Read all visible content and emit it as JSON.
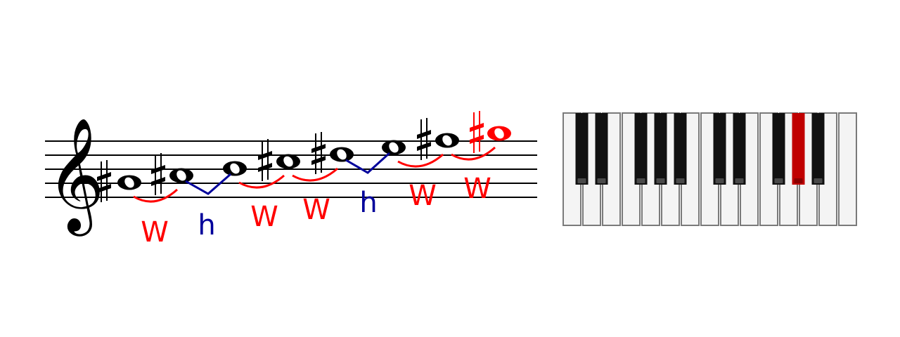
{
  "colors": {
    "staff": "#000000",
    "note": "#000000",
    "highlight": "#ff0000",
    "whole_step": "#ff0000",
    "half_step": "#00009b",
    "white_key_fill": "#f4f4f4",
    "white_key_stroke": "#7a7a7a",
    "black_key": "#111111",
    "black_key_highlight": "#c00000"
  },
  "scale": {
    "notes": [
      {
        "accidental": "sharp",
        "highlighted": false
      },
      {
        "accidental": "sharp",
        "highlighted": false
      },
      {
        "accidental": "none",
        "highlighted": false
      },
      {
        "accidental": "sharp",
        "highlighted": false
      },
      {
        "accidental": "sharp",
        "highlighted": false
      },
      {
        "accidental": "none",
        "highlighted": false
      },
      {
        "accidental": "sharp",
        "highlighted": false
      },
      {
        "accidental": "sharp",
        "highlighted": true
      }
    ],
    "intervals": [
      {
        "type": "whole",
        "label": "W"
      },
      {
        "type": "half",
        "label": "h"
      },
      {
        "type": "whole",
        "label": "W"
      },
      {
        "type": "whole",
        "label": "W"
      },
      {
        "type": "half",
        "label": "h"
      },
      {
        "type": "whole",
        "label": "W"
      },
      {
        "type": "whole",
        "label": "W"
      }
    ]
  },
  "keyboard": {
    "white_keys": 15,
    "black_keys_highlighted": [
      false,
      false,
      false,
      false,
      false,
      false,
      false,
      false,
      true,
      false
    ]
  },
  "icons": {
    "clef": "treble-clef-icon",
    "sharp": "sharp-icon"
  }
}
